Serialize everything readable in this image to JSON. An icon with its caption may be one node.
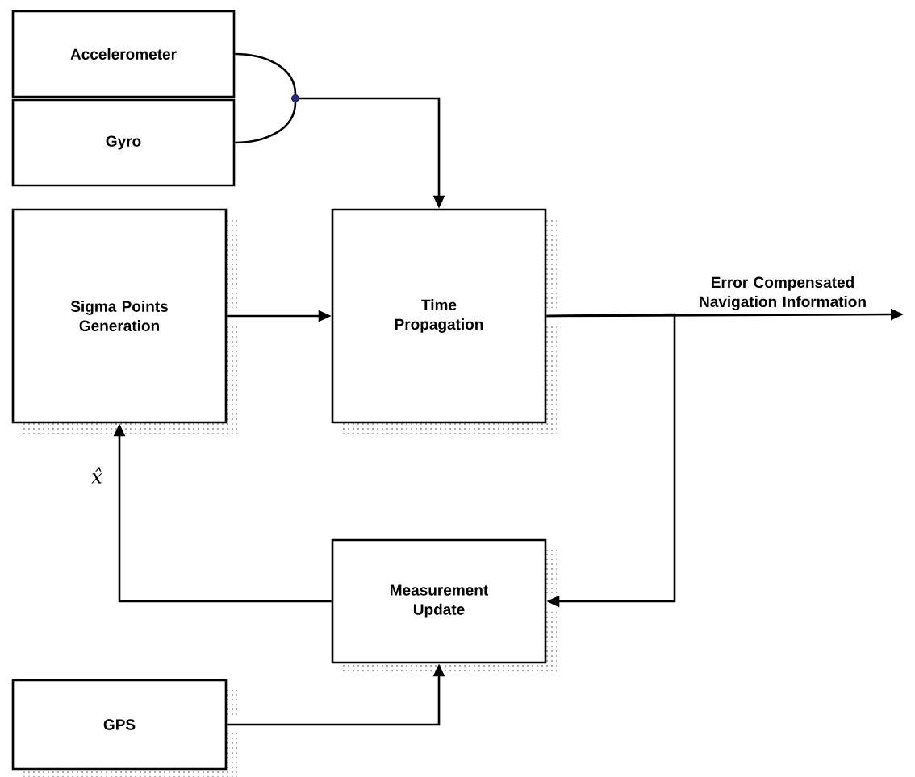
{
  "diagram": {
    "nodes": [
      {
        "text": [
          "Accelerometer"
        ]
      },
      {
        "text": [
          "Gyro"
        ]
      },
      {
        "text": [
          "Sigma Points Generation"
        ]
      },
      {
        "text": [
          "Time Propagation"
        ]
      },
      {
        "text": [
          "Measurement Update"
        ]
      },
      {
        "text": [
          "GPS"
        ]
      },
      {
        "text": [],
        "shape": "circle"
      }
    ],
    "edges": [
      {
        "from": 0,
        "to": 6,
        "arrow": "none"
      },
      {
        "from": 1,
        "to": 6,
        "arrow": "none"
      },
      {
        "from": 6,
        "to": 3,
        "arrow": "to"
      },
      {
        "from": 2,
        "to": 3,
        "arrow": "to"
      },
      {
        "from": 3,
        "to": null,
        "arrow": "to",
        "label": "Error Compensated Navigation Information"
      },
      {
        "from": 3,
        "to": 4,
        "arrow": "to"
      },
      {
        "from": 4,
        "to": 2,
        "arrow": "to",
        "label": "x̂"
      },
      {
        "from": 5,
        "to": 4,
        "arrow": "to"
      }
    ]
  }
}
